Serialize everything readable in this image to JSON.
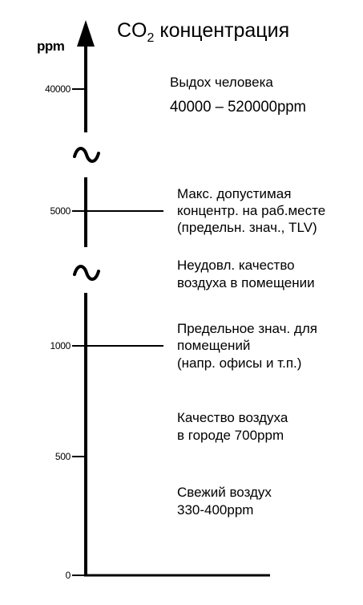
{
  "title": {
    "prefix": "CO",
    "subscript": "2",
    "suffix": " концентрация"
  },
  "axis": {
    "unit": "ppm",
    "ticks": [
      "40000",
      "5000",
      "1000",
      "500",
      "0"
    ]
  },
  "annotations": {
    "exhale_line1": "Выдох человека",
    "exhale_line2": "40000 – 520000ppm",
    "tlv_line1": "Макс. допустимая",
    "tlv_line2": "концентр. на раб.месте",
    "tlv_line3": "(предельн. знач., TLV)",
    "poor_line1": "Неудовл. качество",
    "poor_line2": "воздуха в помещении",
    "indoor_line1": "Предельное знач. для",
    "indoor_line2": "помещений",
    "indoor_line3": "(напр. офисы и т.п.)",
    "city_line1": "Качество воздуха",
    "city_line2": "в городе 700ppm",
    "fresh_line1": "Свежий воздух",
    "fresh_line2": "330-400ppm"
  },
  "colors": {
    "ink": "#000000",
    "background": "#ffffff"
  }
}
